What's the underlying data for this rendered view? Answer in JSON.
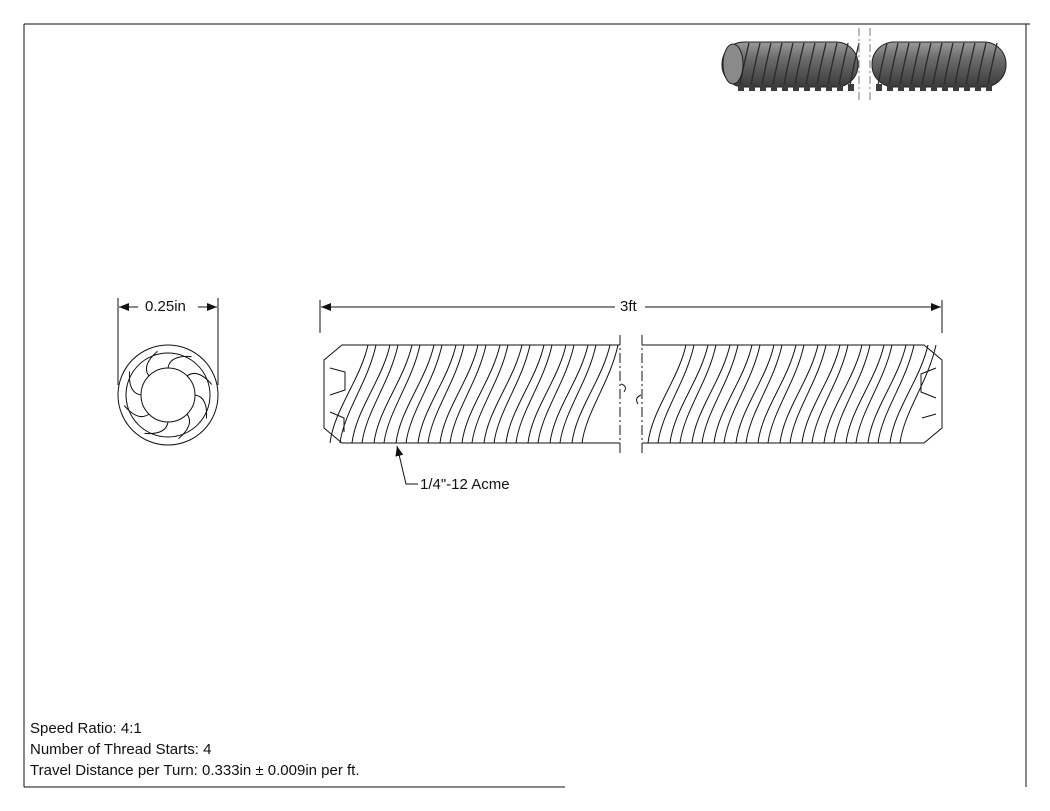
{
  "drawing": {
    "dimensions": {
      "diameter_label": "0.25in",
      "length_label": "3ft"
    },
    "callout_label": "1/4\"-12 Acme",
    "notes": [
      "Speed Ratio: 4:1",
      "Number of Thread Starts: 4",
      "Travel Distance per Turn: 0.333in ± 0.009in per ft."
    ]
  }
}
